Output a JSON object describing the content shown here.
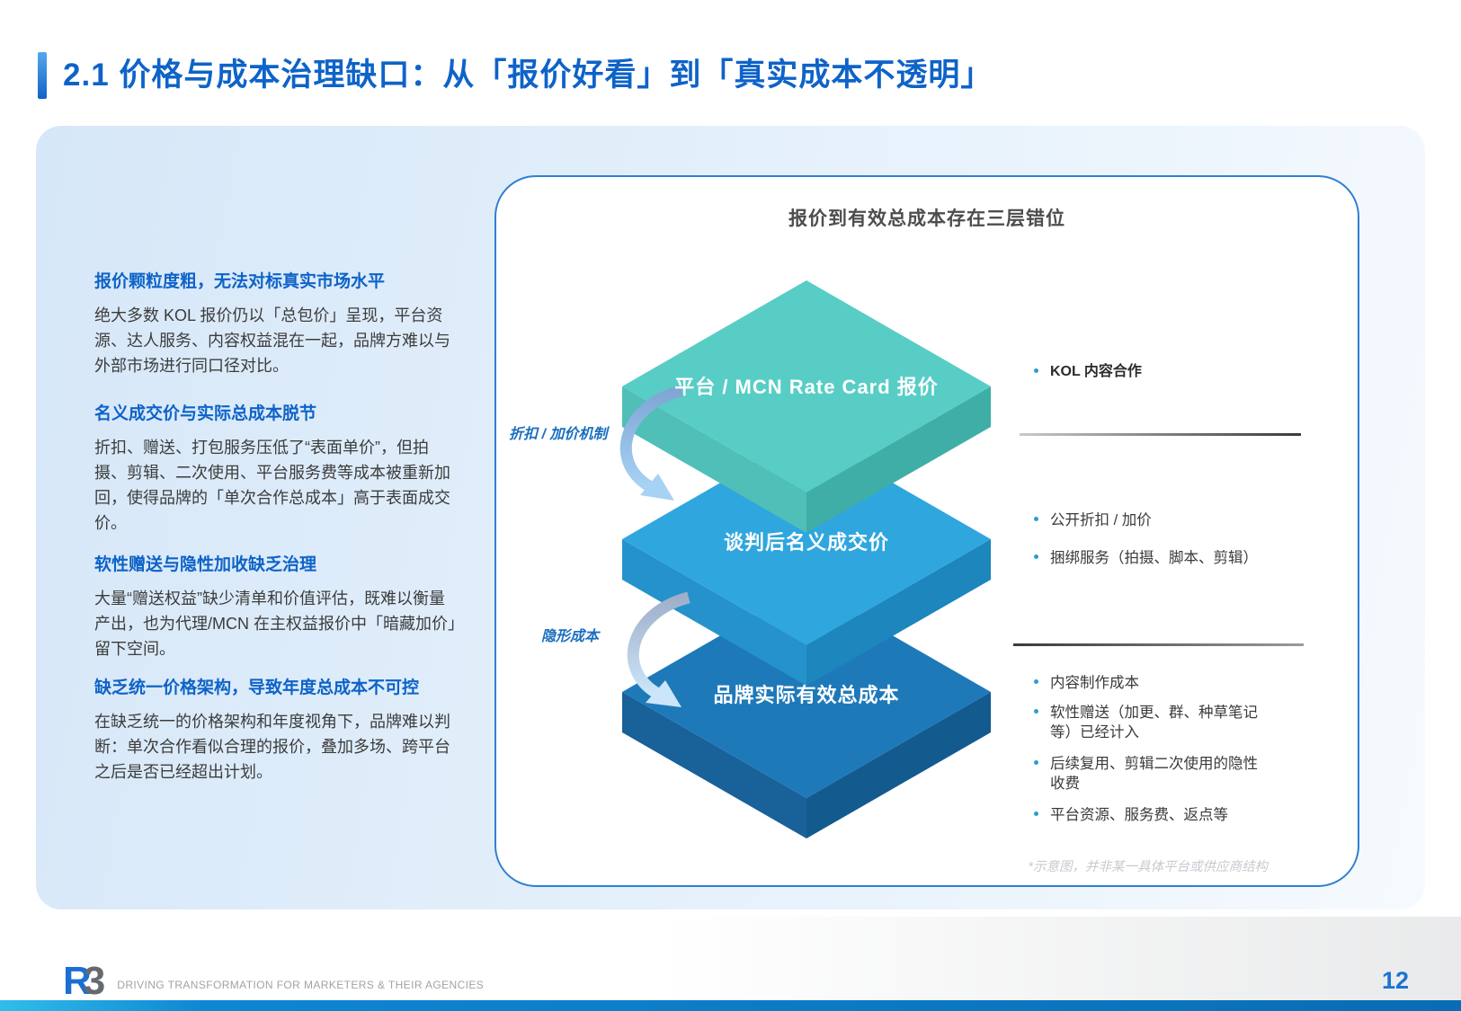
{
  "header": {
    "title": "2.1 价格与成本治理缺口：从「报价好看」到「真实成本不透明」"
  },
  "left_column": {
    "blocks": [
      {
        "heading": "报价颗粒度粗，无法对标真实市场水平",
        "body": "绝大多数 KOL 报价仍以「总包价」呈现，平台资源、达人服务、内容权益混在一起，品牌方难以与外部市场进行同口径对比。"
      },
      {
        "heading": "名义成交价与实际总成本脱节",
        "body": "折扣、赠送、打包服务压低了“表面单价”，但拍摄、剪辑、二次使用、平台服务费等成本被重新加回，使得品牌的「单次合作总成本」高于表面成交价。"
      },
      {
        "heading": "软性赠送与隐性加收缺乏治理",
        "body": "大量“赠送权益”缺少清单和价值评估，既难以衡量产出，也为代理/MCN 在主权益报价中「暗藏加价」留下空间。"
      },
      {
        "heading": "缺乏统一价格架构，导致年度总成本不可控",
        "body": "在缺乏统一的价格架构和年度视角下，品牌难以判断：单次合作看似合理的报价，叠加多场、跨平台之后是否已经超出计划。"
      }
    ]
  },
  "diagram": {
    "title": "报价到有效总成本存在三层错位",
    "layers": [
      {
        "label": "平台 / MCN Rate Card 报价",
        "colors": {
          "top": "#58CDC5",
          "left": "#4FBFB7",
          "right": "#3FAEA6"
        }
      },
      {
        "label": "谈判后名义成交价",
        "colors": {
          "top": "#2FA6DE",
          "left": "#2592CC",
          "right": "#1C86BD"
        }
      },
      {
        "label": "品牌实际有效总成本",
        "colors": {
          "top": "#1E79B9",
          "left": "#186199",
          "right": "#135A8F"
        }
      }
    ],
    "arrows": [
      {
        "label": "折扣 / 加价机制",
        "tail_color": "#7FA5D4",
        "head_color": "#A6D2F4"
      },
      {
        "label": "隐形成本",
        "tail_color": "#9FAFC9",
        "head_color": "#CBE5FA"
      }
    ],
    "bullet_groups": [
      {
        "items": [
          "KOL 内容合作"
        ]
      },
      {
        "items": [
          "公开折扣 / 加价",
          "捆绑服务（拍摄、脚本、剪辑）"
        ]
      },
      {
        "items": [
          "内容制作成本",
          "软性赠送（加更、群、种草笔记等）已经计入",
          "后续复用、剪辑二次使用的隐性收费",
          "平台资源、服务费、返点等"
        ]
      }
    ],
    "footnote": "*示意图，并非某一具体平台或供应商结构"
  },
  "footer": {
    "logo_r": "R",
    "logo_3": "3",
    "caption": "DRIVING TRANSFORMATION FOR MARKETERS & THEIR AGENCIES",
    "page_number": "12"
  },
  "colors": {
    "accent_blue": "#0E63C8",
    "panel_border": "#2F7FD0",
    "bullet_dot": "#2E9BD6",
    "bottom_bar_blue": "#0C79C4",
    "page_number_blue": "#1B74D2"
  }
}
